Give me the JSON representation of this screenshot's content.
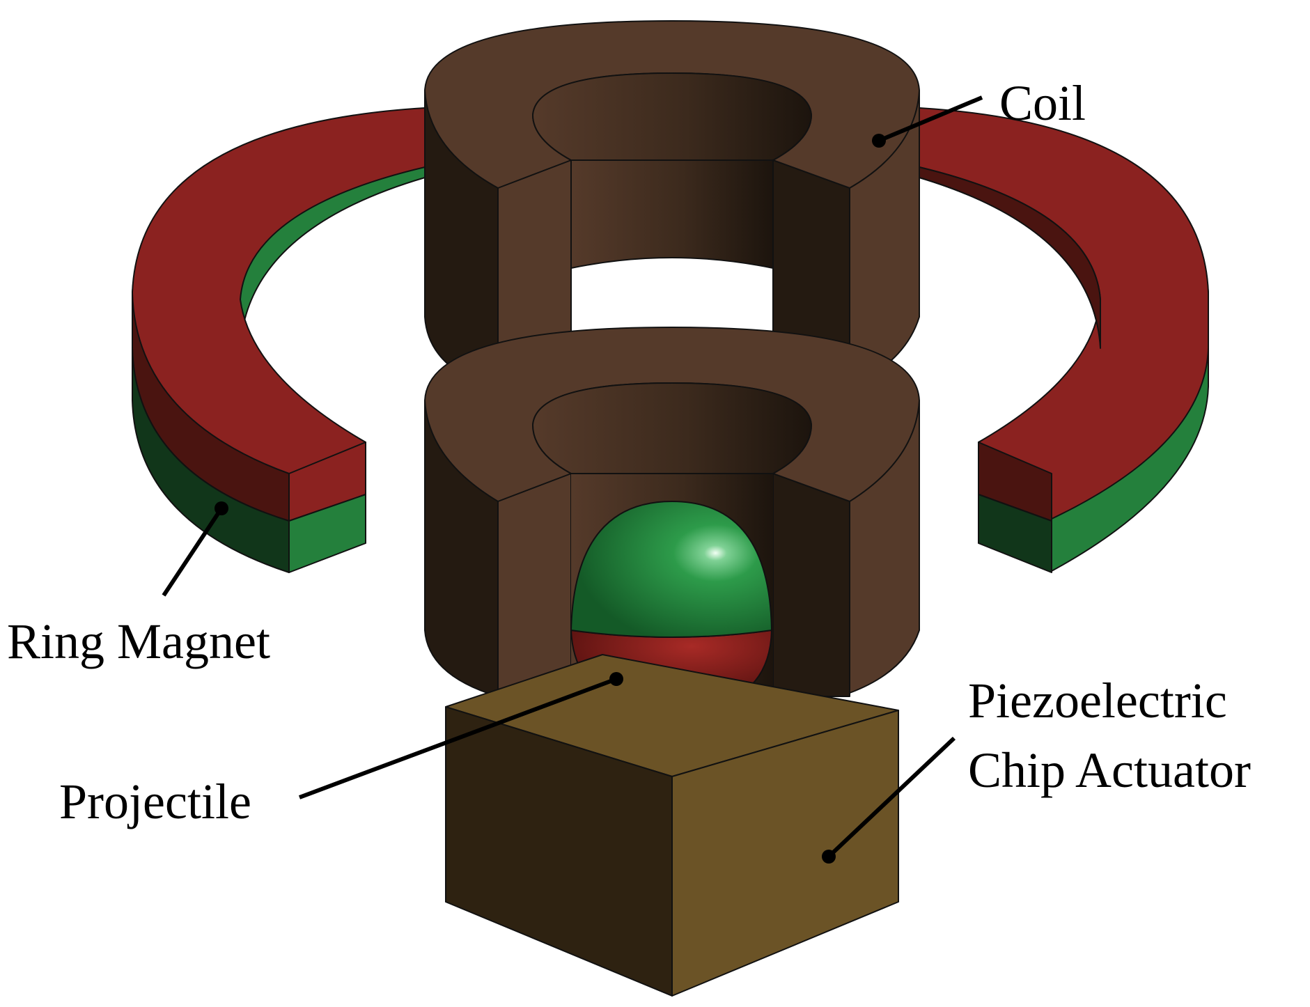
{
  "labels": {
    "coil": "Coil",
    "ring_magnet": "Ring Magnet",
    "projectile": "Projectile",
    "piezo_line1": "Piezoelectric",
    "piezo_line2": "Chip Actuator"
  },
  "colors": {
    "coil_top": "#553a2a",
    "coil_dark": "#241a11",
    "magnet_red": "#8b2220",
    "magnet_red_dark": "#4a1410",
    "magnet_green": "#24803c",
    "magnet_green_dark": "#11361a",
    "sphere_green": "#2a9a48",
    "sphere_red": "#8a1a18",
    "piezo_top": "#6b5326",
    "piezo_left": "#2e2211",
    "piezo_right": "#6b5326"
  }
}
